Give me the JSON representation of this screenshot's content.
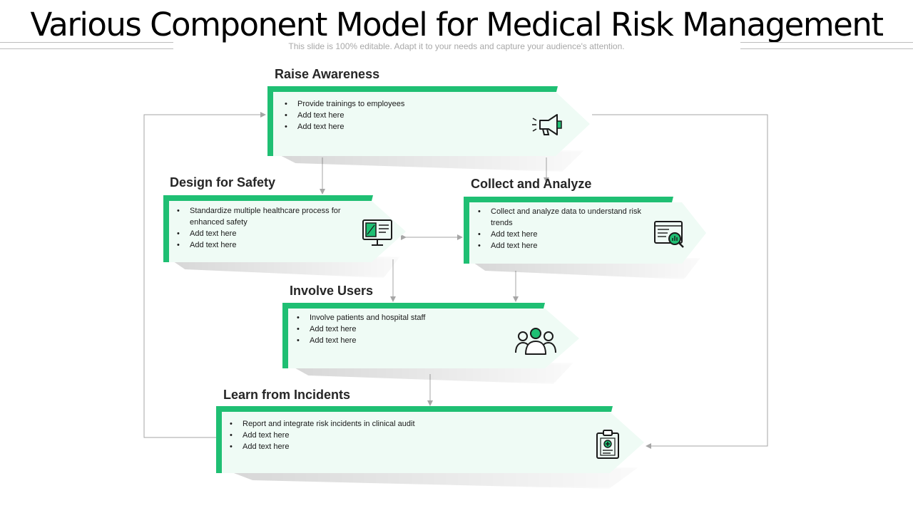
{
  "header": {
    "title": "Various Component Model for Medical Risk Management",
    "subtitle": "This slide is 100% editable. Adapt it to your needs and capture your audience's attention."
  },
  "colors": {
    "accent": "#1fbf73",
    "box_fill": "#effbf5",
    "connector": "#a6a6a6"
  },
  "components": [
    {
      "id": "raise-awareness",
      "heading": "Raise Awareness",
      "icon": "megaphone-icon",
      "bullets": [
        "Provide trainings to employees",
        "Add text here",
        "Add text here"
      ]
    },
    {
      "id": "design-for-safety",
      "heading": "Design for Safety",
      "icon": "monitor-icon",
      "bullets": [
        "Standardize multiple healthcare process for enhanced safety",
        "Add text here",
        "Add text here"
      ]
    },
    {
      "id": "collect-and-analyze",
      "heading": "Collect and Analyze",
      "icon": "data-analysis-icon",
      "bullets": [
        "Collect and analyze data to understand risk trends",
        "Add text here",
        "Add text here"
      ]
    },
    {
      "id": "involve-users",
      "heading": "Involve Users",
      "icon": "users-group-icon",
      "bullets": [
        "Involve patients and hospital staff",
        "Add text here",
        "Add text here"
      ]
    },
    {
      "id": "learn-from-incidents",
      "heading": "Learn from Incidents",
      "icon": "clipboard-medical-icon",
      "bullets": [
        "Report and integrate risk incidents in clinical audit",
        "Add text here",
        "Add text here"
      ]
    }
  ]
}
